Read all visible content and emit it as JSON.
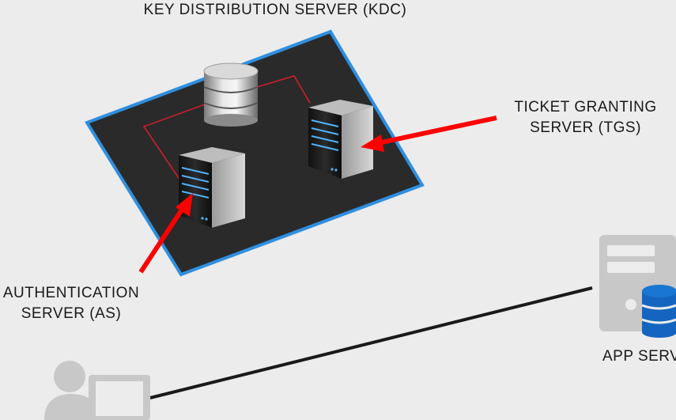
{
  "title": "KEY DISTRIBUTION  SERVER (KDC)",
  "tgs_label": [
    "TICKET GRANTING",
    "SERVER (TGS)"
  ],
  "as_label": [
    "AUTHENTICATION",
    "SERVER (AS)"
  ],
  "app_label": "APP SERV",
  "icons": {
    "database": "database-icon",
    "server": "server-tower-icon",
    "user": "user-computer-icon",
    "app_server": "app-server-icon"
  },
  "colors": {
    "background": "#ececec",
    "platform": "#2a2a2a",
    "platform_border": "#2f8fe0",
    "arrow": "#ff0000",
    "link_line": "#cc1f2a",
    "connection": "#1a1a1a",
    "icon_gray": "#c8c8c8",
    "db_blue": "#1565c0"
  }
}
